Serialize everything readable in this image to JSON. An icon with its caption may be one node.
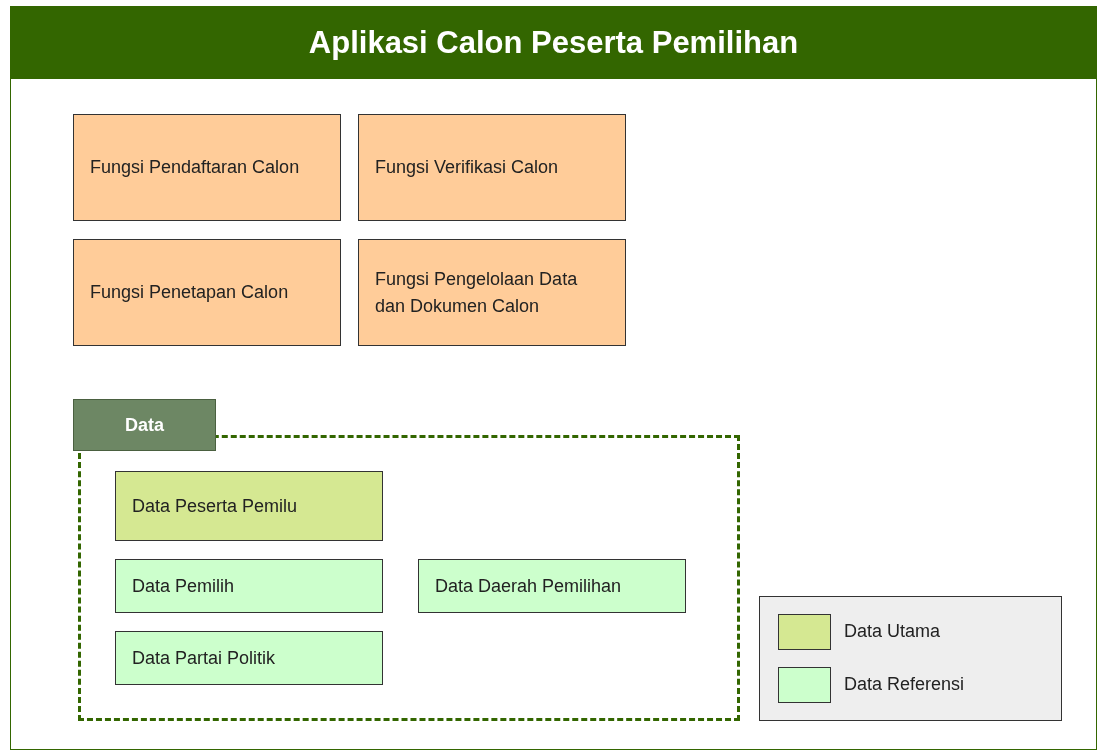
{
  "diagram": {
    "nodes": [
      {
        "text": [
          "Aplikasi Calon Peserta Pemilihan"
        ]
      },
      {
        "text": [
          "Fungsi Pendaftaran Calon"
        ],
        "in": 0
      },
      {
        "text": [
          "Fungsi Verifikasi Calon"
        ],
        "in": 0
      },
      {
        "text": [
          "Fungsi Penetapan Calon"
        ],
        "in": 0
      },
      {
        "text": [
          "Fungsi Pengelolaan Data dan Dokumen Calon"
        ],
        "in": 0
      },
      {
        "text": [
          "Data"
        ],
        "in": 0
      },
      {
        "text": [
          "Data Peserta Pemilu"
        ],
        "in": 5
      },
      {
        "text": [
          "Data Pemilih"
        ],
        "in": 5
      },
      {
        "text": [
          "Data Daerah Pemilihan"
        ],
        "in": 5
      },
      {
        "text": [
          "Data Partai Politik"
        ],
        "in": 5
      }
    ],
    "edges": [],
    "legend": [
      {
        "text": "Data Utama",
        "color": "#d5e892"
      },
      {
        "text": "Data Referensi",
        "color": "#ccffcc"
      }
    ]
  }
}
